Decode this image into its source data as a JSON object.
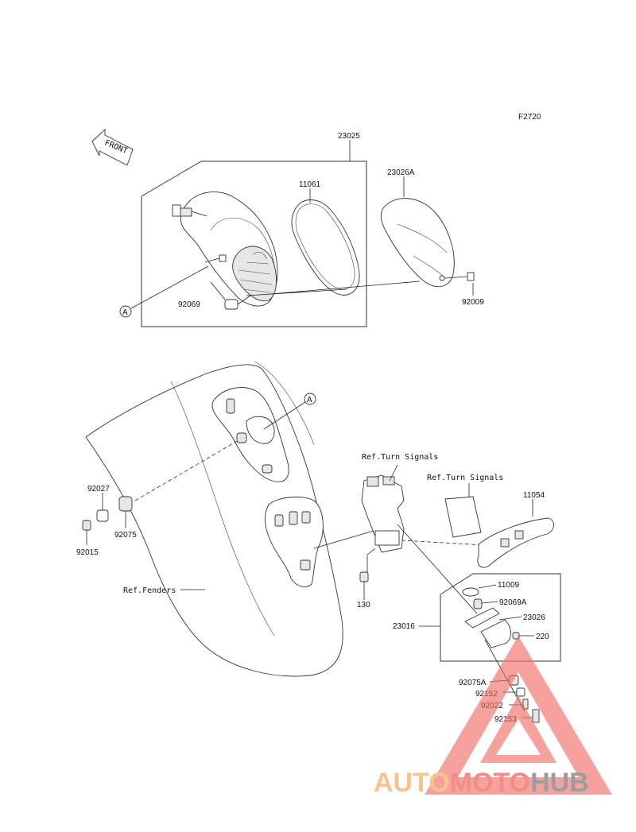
{
  "figure_code": "F2720",
  "front_label": "FRONT",
  "callout_letter": "A",
  "parts": {
    "tail_light_assembly": "23025",
    "gasket": "11061",
    "lens": "23026A",
    "bulb": "92069",
    "screw_lens": "92009",
    "nut": "92015",
    "collar": "92027",
    "grommet": "92075",
    "bolt_bracket": "130",
    "bracket_plate": "11054",
    "license_light_assembly": "23016",
    "license_gasket": "11009",
    "license_bulb": "92069A",
    "license_lens": "23026",
    "screw_small": "220",
    "grommet_a": "92075A",
    "collar_a": "92152",
    "spacer": "92022",
    "bolt": "92153"
  },
  "refs": {
    "turn_signals_left": "Ref.Turn Signals",
    "turn_signals_right": "Ref.Turn Signals",
    "fenders": "Ref.Fenders"
  },
  "watermark": {
    "part1": "AUTO",
    "part2": "MOTO",
    "part3": "HUB",
    "colors": {
      "auto": "#f7b977",
      "moto": "#f07a72",
      "hub": "#8d8d8d",
      "triangle": "#ef6e68"
    }
  }
}
